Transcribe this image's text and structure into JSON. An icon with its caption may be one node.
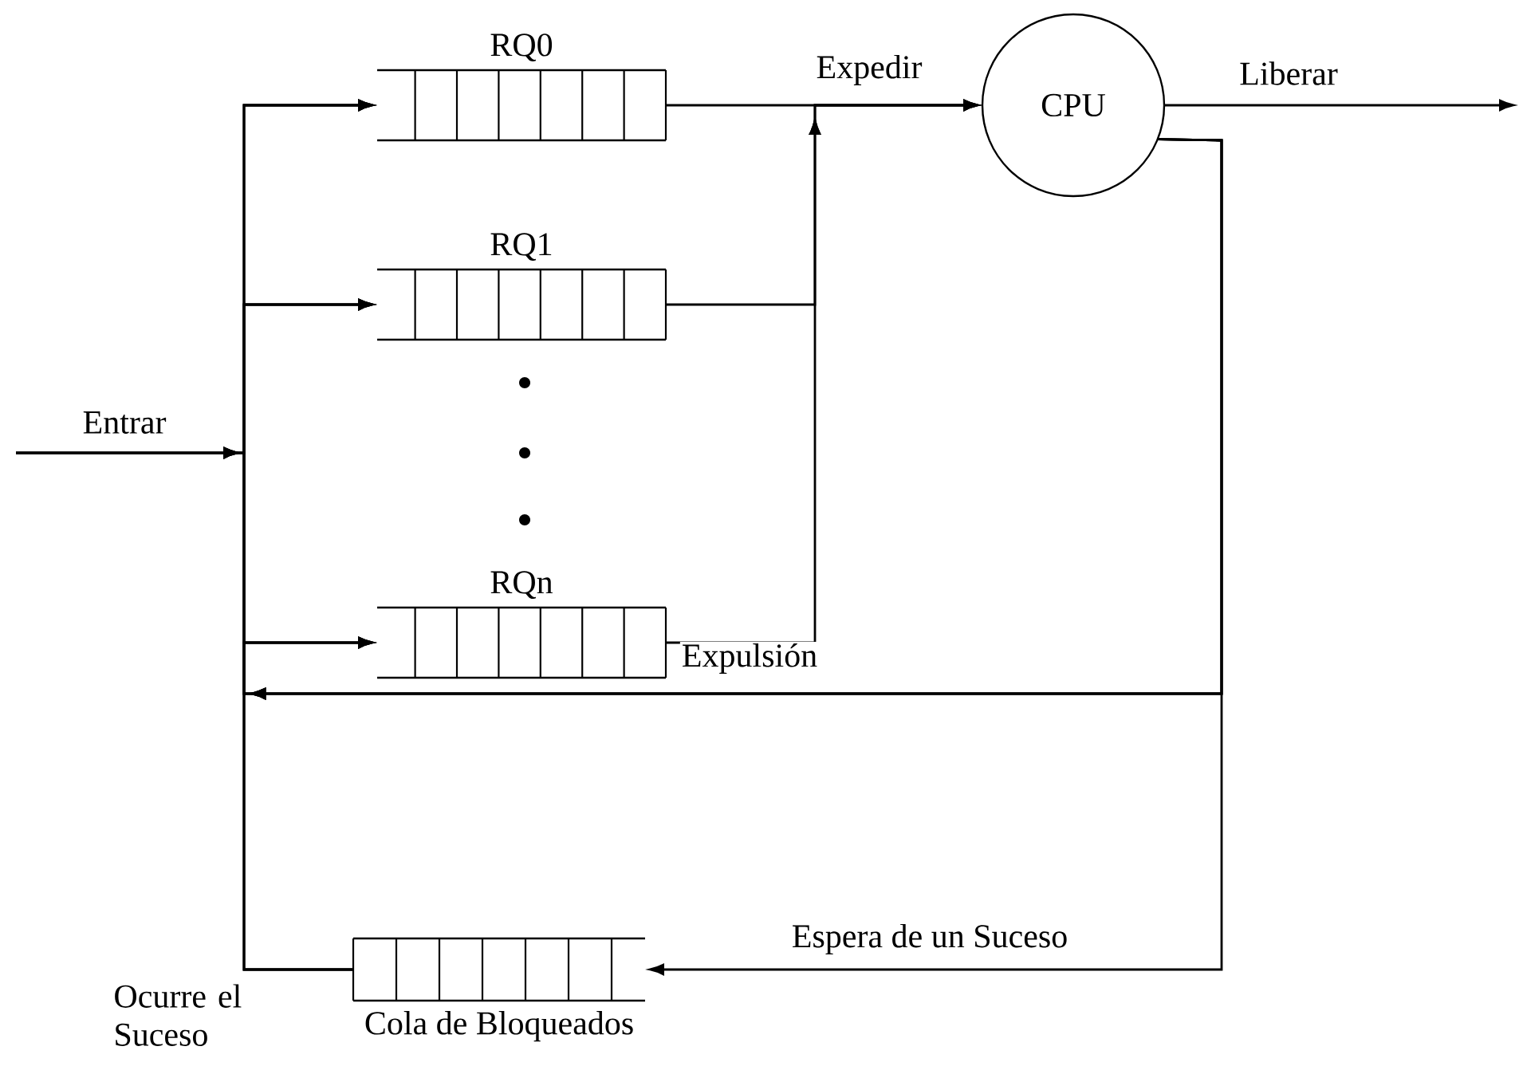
{
  "diagram": {
    "nodes": [
      {
        "text": [
          "RQ0"
        ]
      },
      {
        "text": [
          "RQ1"
        ]
      },
      {
        "text": [
          "RQn"
        ]
      },
      {
        "text": [
          "CPU"
        ]
      },
      {
        "text": [
          "Cola de Bloqueados"
        ]
      }
    ],
    "edges": [
      {
        "from": null,
        "to": 0,
        "arrow": "to",
        "label": "Entrar"
      },
      {
        "from": null,
        "to": 1,
        "arrow": "to"
      },
      {
        "from": null,
        "to": 2,
        "arrow": "to"
      },
      {
        "from": 0,
        "to": 3,
        "arrow": "to",
        "label": "Expedir"
      },
      {
        "from": 1,
        "to": 3,
        "arrow": "to"
      },
      {
        "from": 2,
        "to": 3,
        "arrow": "to"
      },
      {
        "from": 3,
        "to": null,
        "arrow": "to",
        "label": "Liberar"
      },
      {
        "from": 3,
        "to": 0,
        "arrow": "to",
        "label": "Expulsión"
      },
      {
        "from": 3,
        "to": 1,
        "arrow": "to"
      },
      {
        "from": 3,
        "to": 2,
        "arrow": "to"
      },
      {
        "from": 3,
        "to": 4,
        "arrow": "to",
        "label": "Espera de un Suceso"
      },
      {
        "from": 4,
        "to": 0,
        "arrow": "to",
        "label": "Ocurre el Suceso"
      },
      {
        "from": 4,
        "to": 1,
        "arrow": "to"
      },
      {
        "from": 4,
        "to": 2,
        "arrow": "to"
      }
    ]
  }
}
